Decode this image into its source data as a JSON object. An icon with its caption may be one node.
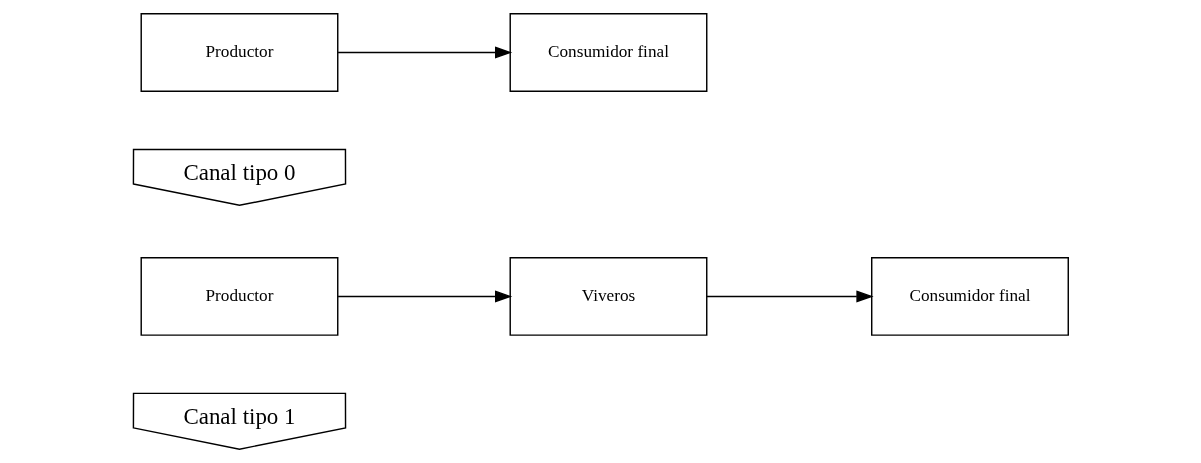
{
  "diagram": {
    "nodes": [
      {
        "text": [
          "Canal tipo 1"
        ]
      },
      {
        "text": [
          "Productor"
        ]
      },
      {
        "text": [
          "Viveros"
        ]
      },
      {
        "text": [
          "Consumidor final"
        ]
      },
      {
        "text": [
          "Canal tipo 0"
        ]
      },
      {
        "text": [
          "Productor"
        ]
      },
      {
        "text": [
          "Consumidor final"
        ]
      }
    ],
    "edges": [
      {
        "from": 1,
        "to": 2,
        "arrow": "to"
      },
      {
        "from": 2,
        "to": 3,
        "arrow": "to"
      },
      {
        "from": 5,
        "to": 6,
        "arrow": "to"
      }
    ]
  }
}
